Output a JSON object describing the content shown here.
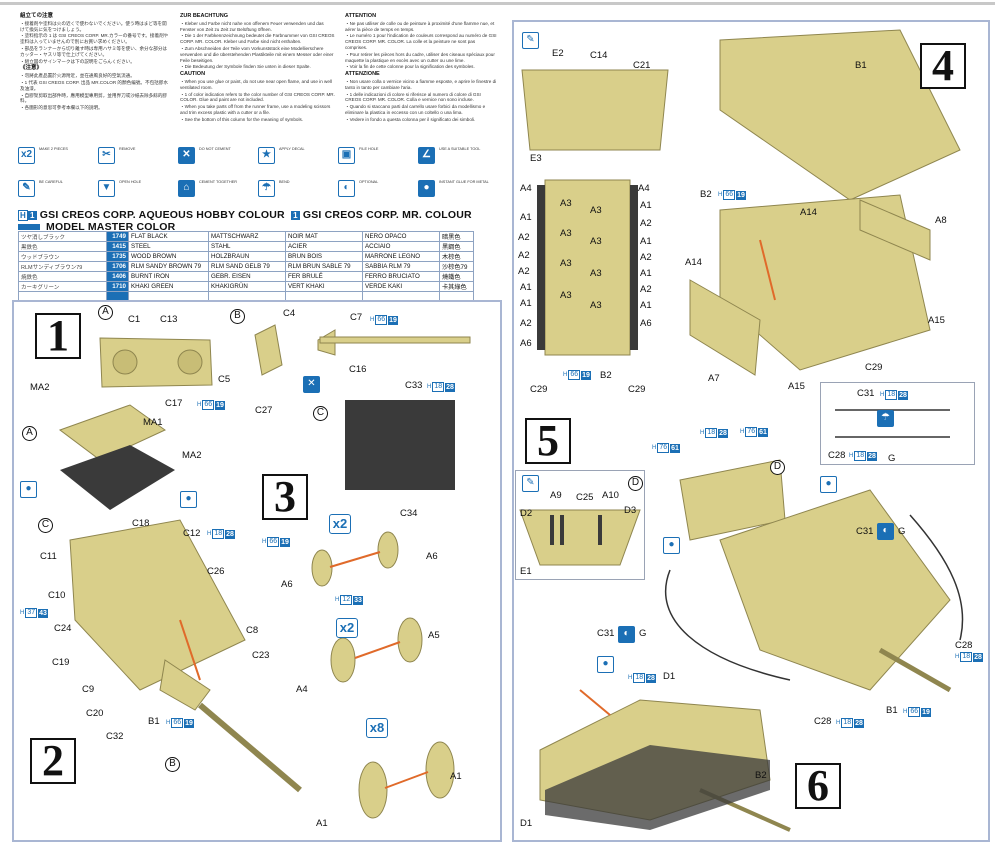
{
  "instructions": {
    "jp_title": "組立ての注意",
    "jp_lines": [
      "・接着剤や塗料は火の近くで使わないでください。使う時はまど等を開けて換気に気をつけましょう。",
      "・塗料指示の 1 は GSI CREOS CORP. MR.カラーの番号です。接着剤や塗料は入っていませんので別にお買い求めください。",
      "・部品をランナーから切り離す時は専用ハサミ等を使い、余分な部分はカッター・ヤスリ等で仕上げてください。",
      "・組立図のサインマークは下の説明をごらんください。"
    ],
    "cn_title": "《注意》",
    "cn_lines": [
      "・勿將此產品置於火源附近，並在通風良好的空氣流通。",
      "・1 代表 GSI CREOS CORP. 出品 MR.COLOR 的顏色編號。不包括膠水及油漆。",
      "・自膠架剪取出部件時，應用模型專用剪，並用界刀或沙紙去除多餘的膠料。",
      "・各圖形的意思可參考本欄以下的說明。"
    ],
    "de_title": "ZUR BEACHTUNG",
    "de_lines": [
      "・Kleber und Farbe nicht nahe von offenem Feuer verwenden und das Fenster von Zeit zu Zeit zur Belüftung öffnen.",
      "・Die 1 der Farbkennzeichnung bedeutet die Farbnummer von GSI CREOS CORP. MR. COLOR. Kleber und Farbe sind nicht enthalten.",
      "・Zum Abschneiden der Teile vom Vorkunststück eine Modellierschere verwenden und die überstehenden Plastikteile mit einem Messer oder einer Feile beseitigen.",
      "・Die Bedeutung der Symbole finden Sie unten in dieser Spalte."
    ],
    "en_title": "CAUTION",
    "en_lines": [
      "・When you use glue or paint, do not use near open flame, and use in well ventilated room.",
      "・1 of color indication refers to the color number of GSI CREOS CORP. MR. COLOR. Glue and paint are not included.",
      "・When you take parts off from the runner frame, use a modeling scissors and trim excess plastic with a cutter or a file.",
      "・See the bottom of this column for the meaning of symbols."
    ],
    "fr_title": "ATTENTION",
    "fr_lines": [
      "・Ne pas utiliser de colle ou de peinture à proximité d'une flamme nue, et aérer la pièce de temps en temps.",
      "・Le numéro 1 pour l'indication de couleurs correspond au numéro de GSI CREOS CORP. MR. COLOR. La colle et la peinture ne sont pas comprises.",
      "・Pour retirer les pièces hors du cadre, utiliser des ciseaux spéciaux pour maquette la plastique en excès avec un cutter ou une lime.",
      "・Voir la fin de cette colonne pour la signification des symboles."
    ],
    "it_title": "ATTENZIONE",
    "it_lines": [
      "・Non usare colla o vernice vicino a fiamme esposte, e aprire le finestre di tanto in tanto per cambiare l'aria.",
      "・1 delle indicazioni di colore si riferisce al numero di colore di GSI CREOS CORP. MR. COLOR. Colla e vernice non sono incluse.",
      "・Quando si staccano parti dal carrello usare forbici da modellismo e eliminare la plastica in eccesso con un coltello o una lima.",
      "・Vedere in fondo a questa colonna per il significato dei simboli."
    ]
  },
  "symbols": [
    {
      "icon": "x2-icon",
      "glyph": "x2",
      "label": "MAKE 2 PIECES"
    },
    {
      "icon": "remove-icon",
      "glyph": "✂",
      "label": "REMOVE"
    },
    {
      "icon": "do-not-cement-icon",
      "glyph": "✕",
      "label": "DO NOT CEMENT"
    },
    {
      "icon": "apply-decal-icon",
      "glyph": "★",
      "label": "APPLY DECAL"
    },
    {
      "icon": "file-hole-icon",
      "glyph": "▣",
      "label": "FILE HOLE"
    },
    {
      "icon": "sanding-icon",
      "glyph": "∠",
      "label": "USE A SUITABLE TOOL"
    },
    {
      "icon": "be-careful-icon",
      "glyph": "✎",
      "label": "BE CAREFUL"
    },
    {
      "icon": "open-hole-icon",
      "glyph": "▼",
      "label": "OPEN HOLE"
    },
    {
      "icon": "cement-together-icon",
      "glyph": "⌂",
      "label": "CEMENT TOGETHER"
    },
    {
      "icon": "bend-icon",
      "glyph": "☂",
      "label": "BEND"
    },
    {
      "icon": "optional-icon",
      "glyph": "◐",
      "label": "OPTIONAL"
    },
    {
      "icon": "instant-glue-icon",
      "glyph": "●",
      "label": "INSTANT GLUE FOR METAL"
    }
  ],
  "colour_header": {
    "h_mark": "H",
    "one_mark": "1",
    "aqueous": "GSI CREOS CORP. AQUEOUS HOBBY COLOUR",
    "mr": "GSI CREOS CORP. MR. COLOUR",
    "mm": "MODEL MASTER COLOR"
  },
  "colours": [
    {
      "jp": "ツヤ消しブラック",
      "code": "1749",
      "en": "FLAT BLACK",
      "de": "MATTSCHWARZ",
      "fr": "NOIR MAT",
      "it": "NERO OPACO",
      "cn": "暗黑色"
    },
    {
      "jp": "黒鉄色",
      "code": "1415",
      "en": "STEEL",
      "de": "STAHL",
      "fr": "ACIER",
      "it": "ACCIAIO",
      "cn": "黑鋼色"
    },
    {
      "jp": "ウッドブラウン",
      "code": "1735",
      "en": "WOOD BROWN",
      "de": "HOLZBRAUN",
      "fr": "BRUN BOIS",
      "it": "MARRONE LEGNO",
      "cn": "木棕色"
    },
    {
      "jp": "RLMサンディブラウン79",
      "code": "1706",
      "en": "RLM SANDY BROWN 79",
      "de": "RLM SAND GELB 79",
      "fr": "RLM BRUN SABLE 79",
      "it": "SABBIA RLM 79",
      "cn": "沙棕色79"
    },
    {
      "jp": "焼鉄色",
      "code": "1406",
      "en": "BURNT IRON",
      "de": "GEBR. EISEN",
      "fr": "FER BRULÉ",
      "it": "FERRO BRUCIATO",
      "cn": "燒鐵色"
    },
    {
      "jp": "カーキグリーン",
      "code": "1710",
      "en": "KHAKI GREEN",
      "de": "KHAKIGRÜN",
      "fr": "VERT KHAKI",
      "it": "VERDE KAKI",
      "cn": "卡其綠色"
    }
  ],
  "steps": {
    "s1": "1",
    "s2": "2",
    "s3": "3",
    "s4": "4",
    "s5": "5",
    "s6": "6"
  },
  "colors": {
    "accent": "#1b6fb5",
    "frame": "#a9b6d3",
    "part": "#d9cf8a",
    "dark": "#3a3a3a"
  },
  "left": {
    "circ": [
      "A",
      "B",
      "C",
      "A",
      "C",
      "B"
    ],
    "labels": [
      "C1",
      "C13",
      "C17",
      "C4",
      "C7",
      "C16",
      "C5",
      "C27",
      "C33",
      "C34",
      "MA2",
      "MA1",
      "MA2",
      "A6",
      "A6",
      "A5",
      "A4",
      "A1",
      "A1",
      "C18",
      "C12",
      "C11",
      "C26",
      "C10",
      "C24",
      "C8",
      "C19",
      "C23",
      "C9",
      "C20",
      "C32",
      "B1"
    ],
    "mult": [
      "x2",
      "x2",
      "x8"
    ],
    "badges": [
      [
        "H",
        "66",
        "19"
      ],
      [
        "H",
        "66",
        "19"
      ],
      [
        "H",
        "18",
        "28"
      ],
      [
        "H",
        "66",
        "19"
      ],
      [
        "H",
        "12",
        "33"
      ],
      [
        "H",
        "18",
        "28"
      ],
      [
        "H",
        "37",
        "43"
      ],
      [
        "H",
        "66",
        "19"
      ]
    ]
  },
  "right": {
    "circ": [
      "D",
      "D"
    ],
    "labels": [
      "E2",
      "C14",
      "C21",
      "B1",
      "E3",
      "A4",
      "A4",
      "A1",
      "A2",
      "A2",
      "A2",
      "A1",
      "A1",
      "A2",
      "A6",
      "A1",
      "A2",
      "A1",
      "A2",
      "A1",
      "A2",
      "A1",
      "A6",
      "A3",
      "A3",
      "A3",
      "A3",
      "A3",
      "A3",
      "A3",
      "A3",
      "B2",
      "A14",
      "A8",
      "A14",
      "A15",
      "C29",
      "A7",
      "A15",
      "C29",
      "B2",
      "C29",
      "C31",
      "C28",
      "G",
      "A9",
      "C25",
      "A10",
      "D2",
      "D3",
      "E1",
      "C31",
      "G",
      "C31",
      "G",
      "C28",
      "B1",
      "C28",
      "D1",
      "B2",
      "D1"
    ],
    "badges": [
      [
        "H",
        "66",
        "19"
      ],
      [
        "H",
        "66",
        "19"
      ],
      [
        "H",
        "18",
        "28"
      ],
      [
        "H",
        "18",
        "28"
      ],
      [
        "H",
        "76",
        "61"
      ],
      [
        "H",
        "18",
        "28"
      ],
      [
        "H",
        "76",
        "61"
      ],
      [
        "H",
        "18",
        "28"
      ],
      [
        "H",
        "66",
        "19"
      ],
      [
        "H",
        "18",
        "28"
      ],
      [
        "H",
        "18",
        "28"
      ]
    ]
  }
}
